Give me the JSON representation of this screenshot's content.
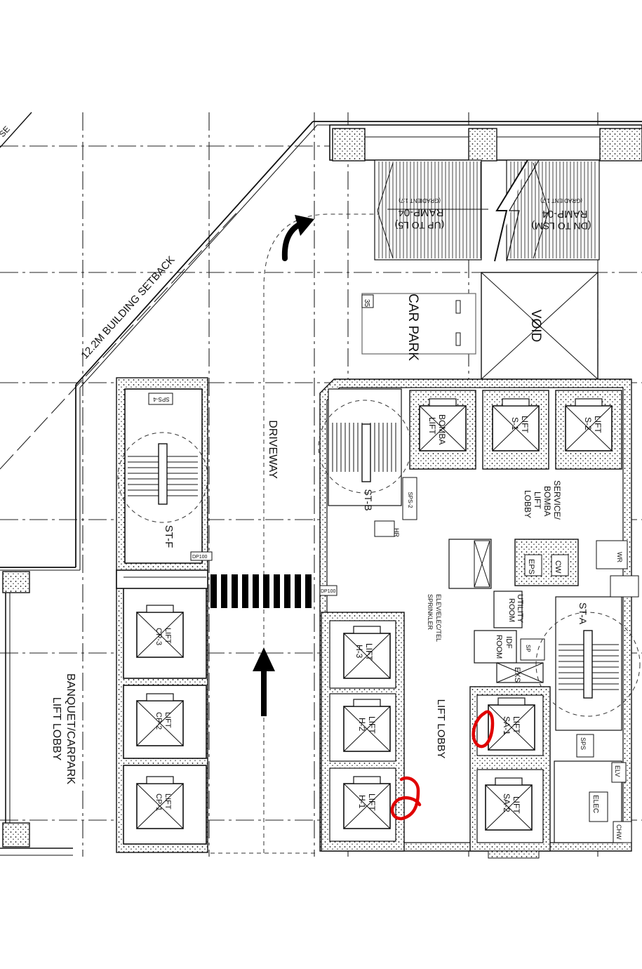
{
  "labels": {
    "setback": "12.2M BUILDING SETBACK",
    "setback_corner": "SE",
    "driveway": "DRIVEWAY",
    "car_park": "CAR PARK",
    "car_park_num": "35",
    "void": "VØID",
    "ramp_up_title": "RAMP-04",
    "ramp_up_sub": "(UP TO L5)",
    "ramp_up_grad": "(GRADIENT 1:7)",
    "ramp_dn_title": "RAMP-04",
    "ramp_dn_sub": "(DN TO LSM)",
    "ramp_dn_grad": "(GRADIENT 1:7)",
    "banquet_line1": "BANQUET/CARPARK",
    "banquet_line2": "LIFT LOBBY",
    "lift_lobby": "LIFT LOBBY",
    "service_lobby_1": "SERVICE/",
    "service_lobby_2": "BOMBA",
    "service_lobby_3": "LIFT",
    "service_lobby_4": "LOBBY",
    "st_f": "ST-F",
    "st_b": "ST-B",
    "st_a": "ST-A",
    "sprinkler_1": "ELEV/ELEC/TEL",
    "sprinkler_2": "SPRINKLER",
    "utility_1": "UTILITY",
    "utility_2": "ROOM",
    "idf_1": "IDF",
    "idf_2": "ROOM",
    "dp_1": "DP100",
    "dp_2": "DP100",
    "sps_2": "SPS-2",
    "sps_4": "SPS-4",
    "sps": "SPS",
    "hr": "HR",
    "cw": "CW",
    "eps": "EPS",
    "exs": "EXS",
    "elv": "ELV",
    "elec": "ELEC",
    "chw": "CHW",
    "wr": "WR",
    "sp": "SP"
  },
  "lifts": {
    "bomba_1": "BOMBA",
    "bomba_2": "LIFT",
    "s1_1": "LIFT",
    "s1_2": "S-1",
    "s2_1": "LIFT",
    "s2_2": "S-2",
    "h3_1": "LIFT",
    "h3_2": "H-3",
    "h2_1": "LIFT",
    "h2_2": "H-2",
    "h1_1": "LIFT",
    "h1_2": "H-1",
    "cp3_1": "LIFT",
    "cp3_2": "CP-3",
    "cp2_1": "LIFT",
    "cp2_2": "CP-2",
    "cp1_1": "LIFT",
    "cp1_2": "CP-1",
    "sa1_1": "LIFT",
    "sa1_2": "SA-1",
    "sa2_1": "LIFT",
    "sa2_2": "SA-2"
  },
  "annotations": {
    "color": "#e00000",
    "marks": [
      "circle-around-lift-SA-1",
      "scribble-on-lift-H-1"
    ]
  },
  "colors": {
    "ink": "#111111",
    "paper": "#ffffff",
    "annotation": "#e00000"
  }
}
